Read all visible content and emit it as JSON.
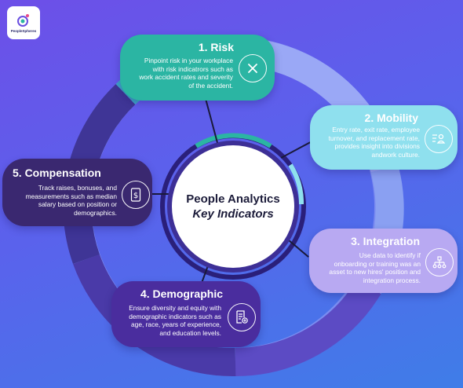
{
  "brand": {
    "logo_text": "PeopleSpheres"
  },
  "center": {
    "title": "People Analytics",
    "subtitle": "Key Indicators"
  },
  "colors": {
    "risk": "#2bb5a3",
    "mobility": "#8fe0ee",
    "integration": "#b8a9f2",
    "demographic": "#4a2d9e",
    "compensation": "#3a2870",
    "ring": "#8a9cf4"
  },
  "cards": [
    {
      "title": "1. Risk",
      "desc": [
        "Pinpoint risk in your workplace",
        "with risk indicatrors such as",
        "work accident rates and severity",
        "of the accident."
      ],
      "icon": "x-circle-icon"
    },
    {
      "title": "2. Mobility",
      "desc": [
        "Entry rate, exit rate, employee",
        "turnover, and replacement rate,",
        "provides insight into divisions",
        "andwork culture."
      ],
      "icon": "user-list-icon"
    },
    {
      "title": "3. Integration",
      "desc": [
        "Use data to identify if",
        "onboarding or training was an",
        "asset to new hires' position and",
        "integration process."
      ],
      "icon": "org-chart-icon"
    },
    {
      "title": "4. Demographic",
      "desc": [
        "Ensure diversity and equity with",
        "demographic indicators such as",
        "age, race, years of experience,",
        "and education levels."
      ],
      "icon": "document-add-icon"
    },
    {
      "title": "5. Compensation",
      "desc": [
        "Track raises, bonuses, and",
        "measurements such as median",
        "salary based on position or",
        "demographics."
      ],
      "icon": "dollar-receipt-icon"
    }
  ]
}
